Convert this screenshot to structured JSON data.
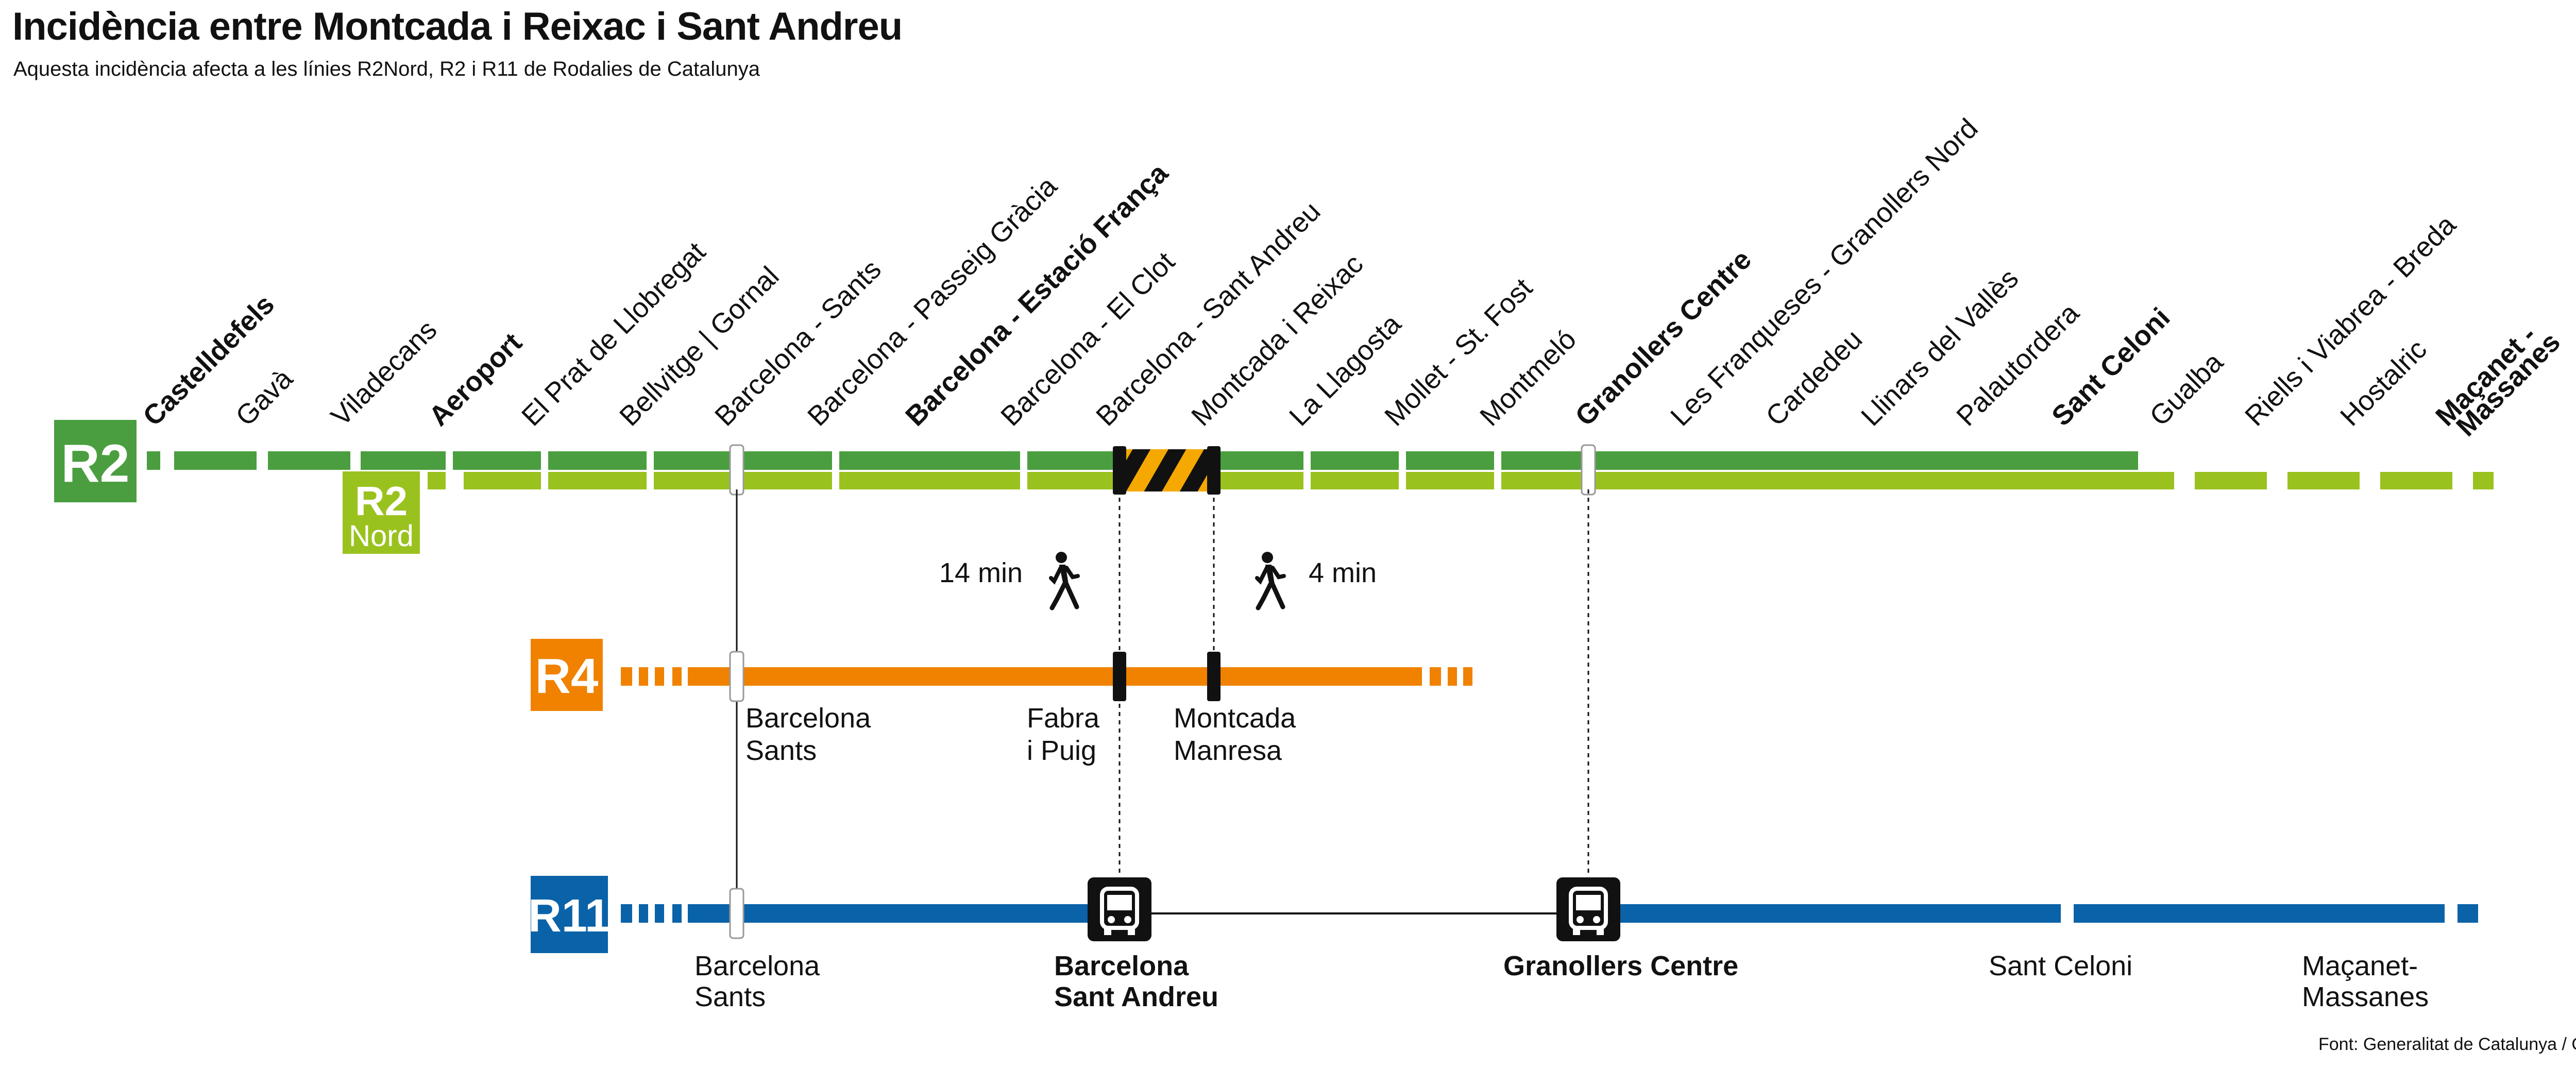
{
  "header": {
    "title": "Incidència entre Montcada i Reixac i Sant Andreu",
    "subtitle": "Aquesta incidència afecta a les línies R2Nord, R2 i R11 de Rodalies de Catalunya"
  },
  "source": "Font: Generalitat de Catalunya / Gràfic: ARA",
  "colors": {
    "r2": "#4a9e3f",
    "r2nord": "#9ac21f",
    "r4": "#f08200",
    "r11": "#0a62a8",
    "incident_stripe": "#f5a800"
  },
  "lines": {
    "r2": {
      "badge": "R2"
    },
    "r2nord": {
      "badge_line1": "R2",
      "badge_line2": "Nord"
    },
    "r4": {
      "badge": "R4"
    },
    "r11": {
      "badge": "R11"
    }
  },
  "r2_stations": [
    {
      "name": "Castelldefels",
      "bold": true
    },
    {
      "name": "Gavà",
      "bold": false
    },
    {
      "name": "Viladecans",
      "bold": false
    },
    {
      "name": "Aeroport",
      "bold": true
    },
    {
      "name": "El Prat de Llobregat",
      "bold": false
    },
    {
      "name": "Bellvitge | Gornal",
      "bold": false
    },
    {
      "name": "Barcelona - Sants",
      "bold": false
    },
    {
      "name": "Barcelona - Passeig Gràcia",
      "bold": false
    },
    {
      "name": "Barcelona - Estació França",
      "bold": true
    },
    {
      "name": "Barcelona - El Clot",
      "bold": false
    },
    {
      "name": "Barcelona - Sant Andreu",
      "bold": false
    },
    {
      "name": "Montcada i Reixac",
      "bold": false
    },
    {
      "name": "La Llagosta",
      "bold": false
    },
    {
      "name": "Mollet - St. Fost",
      "bold": false
    },
    {
      "name": "Montmeló",
      "bold": false
    },
    {
      "name": "Granollers Centre",
      "bold": true
    },
    {
      "name": "Les Franqueses - Granollers Nord",
      "bold": false
    },
    {
      "name": "Cardedeu",
      "bold": false
    },
    {
      "name": "Llinars del Vallès",
      "bold": false
    },
    {
      "name": "Palautordera",
      "bold": false
    },
    {
      "name": "Sant Celoni",
      "bold": true
    },
    {
      "name": "Gualba",
      "bold": false
    },
    {
      "name": "Riells i Viabrea - Breda",
      "bold": false
    },
    {
      "name": "Hostalric",
      "bold": false
    },
    {
      "name": "Maçanet -",
      "bold": true,
      "line2": "Massanes"
    }
  ],
  "walks": [
    {
      "minutes": "14 min",
      "icon": "walking-person-icon"
    },
    {
      "minutes": "4 min",
      "icon": "walking-person-icon"
    }
  ],
  "r4_stations": [
    {
      "line1": "Barcelona",
      "line2": "Sants",
      "bold": false
    },
    {
      "line1": "Fabra",
      "line2": "i Puig",
      "bold": false
    },
    {
      "line1": "Montcada",
      "line2": "Manresa",
      "bold": false
    }
  ],
  "r11_stations": [
    {
      "line1": "Barcelona",
      "line2": "Sants",
      "bold": false
    },
    {
      "line1": "Barcelona",
      "line2": "Sant Andreu",
      "bold": true
    },
    {
      "line1": "Granollers Centre",
      "line2": "",
      "bold": true
    },
    {
      "line1": "Sant Celoni",
      "line2": "",
      "bold": false
    },
    {
      "line1": "Maçanet-",
      "line2": "Massanes",
      "bold": false
    }
  ],
  "bus_icon": "bus-icon"
}
